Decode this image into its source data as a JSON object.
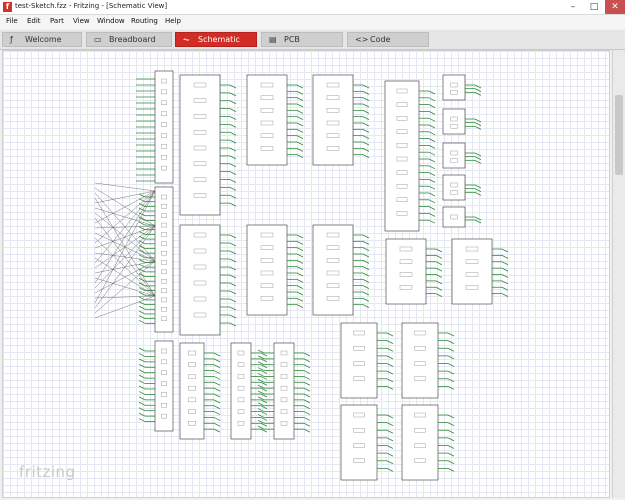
{
  "window": {
    "title": "test-Sketch.fzz - Fritzing - [Schematic View]",
    "app_icon": "f"
  },
  "menu": [
    "File",
    "Edit",
    "Part",
    "View",
    "Window",
    "Routing",
    "Help"
  ],
  "tabs": [
    {
      "label": "Welcome",
      "icon": "fritzing-f-icon",
      "active": false
    },
    {
      "label": "Breadboard",
      "icon": "breadboard-icon",
      "active": false
    },
    {
      "label": "Schematic",
      "icon": "schematic-icon",
      "active": true
    },
    {
      "label": "PCB",
      "icon": "pcb-icon",
      "active": false
    },
    {
      "label": "Code",
      "icon": "code-brackets-icon",
      "active": false
    }
  ],
  "watermark": "fritzing",
  "colors": {
    "active_tab": "#d12c26",
    "wire": "#2e8b3a",
    "part_outline": "#333333"
  }
}
